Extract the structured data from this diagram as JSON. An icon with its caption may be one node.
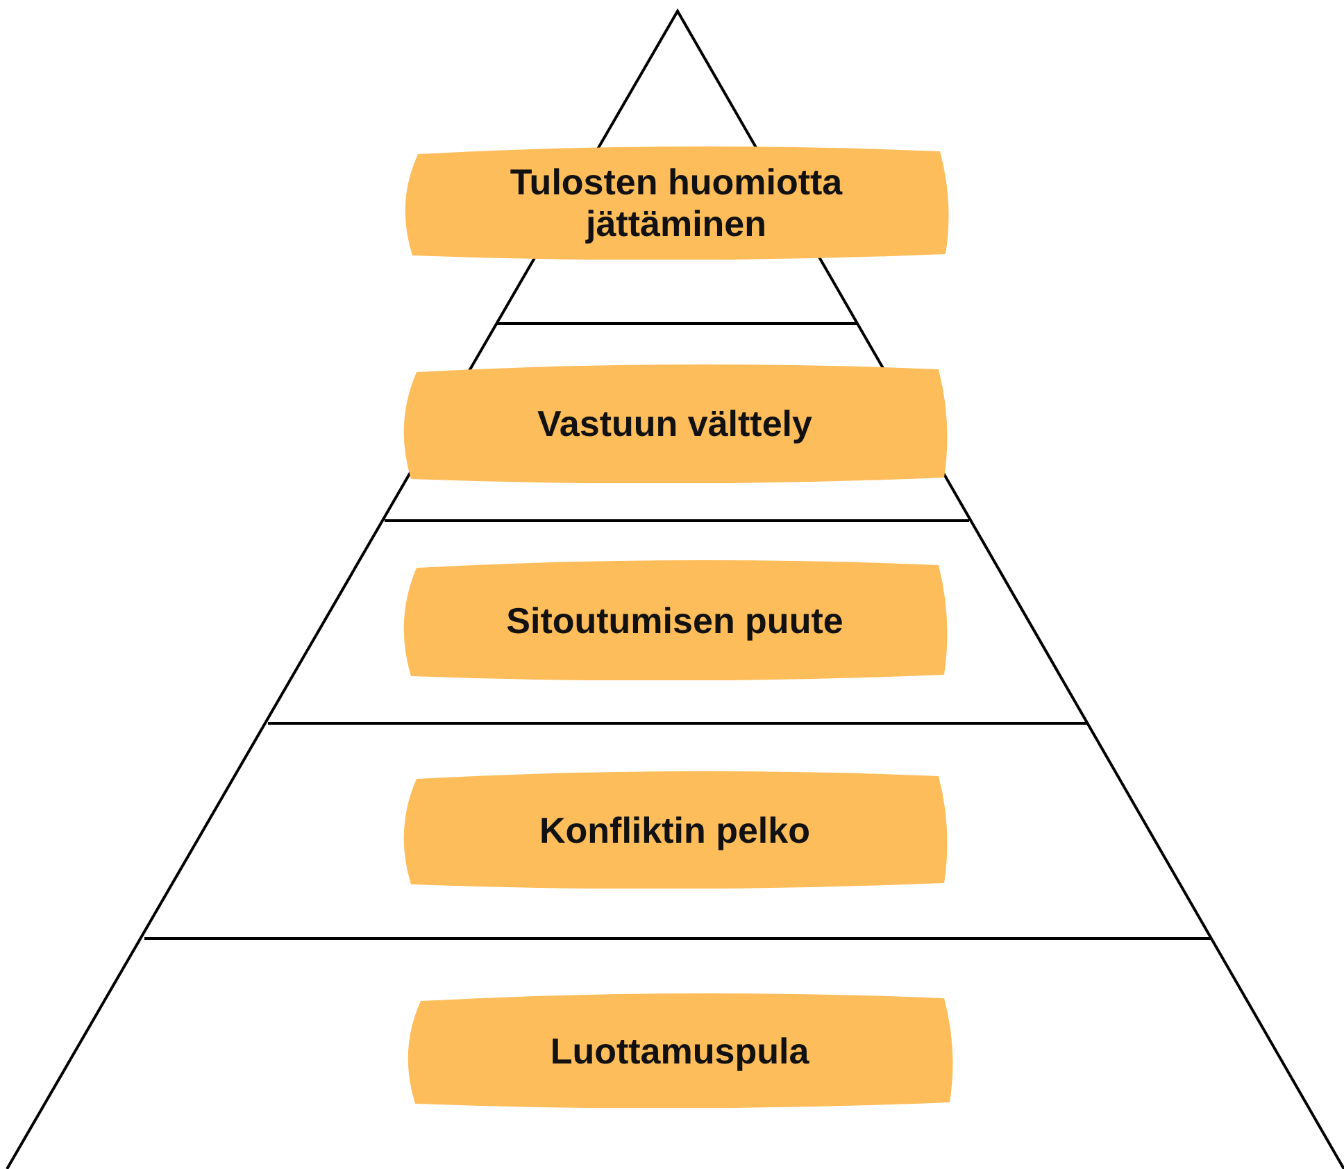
{
  "diagram": {
    "nodes": [
      {
        "text": [
          "Tulosten huomiotta jättäminen"
        ]
      },
      {
        "text": [
          "Vastuun välttely"
        ]
      },
      {
        "text": [
          "Sitoutumisen puute"
        ]
      },
      {
        "text": [
          "Konfliktin pelko"
        ]
      },
      {
        "text": [
          "Luottamuspula"
        ]
      }
    ]
  }
}
